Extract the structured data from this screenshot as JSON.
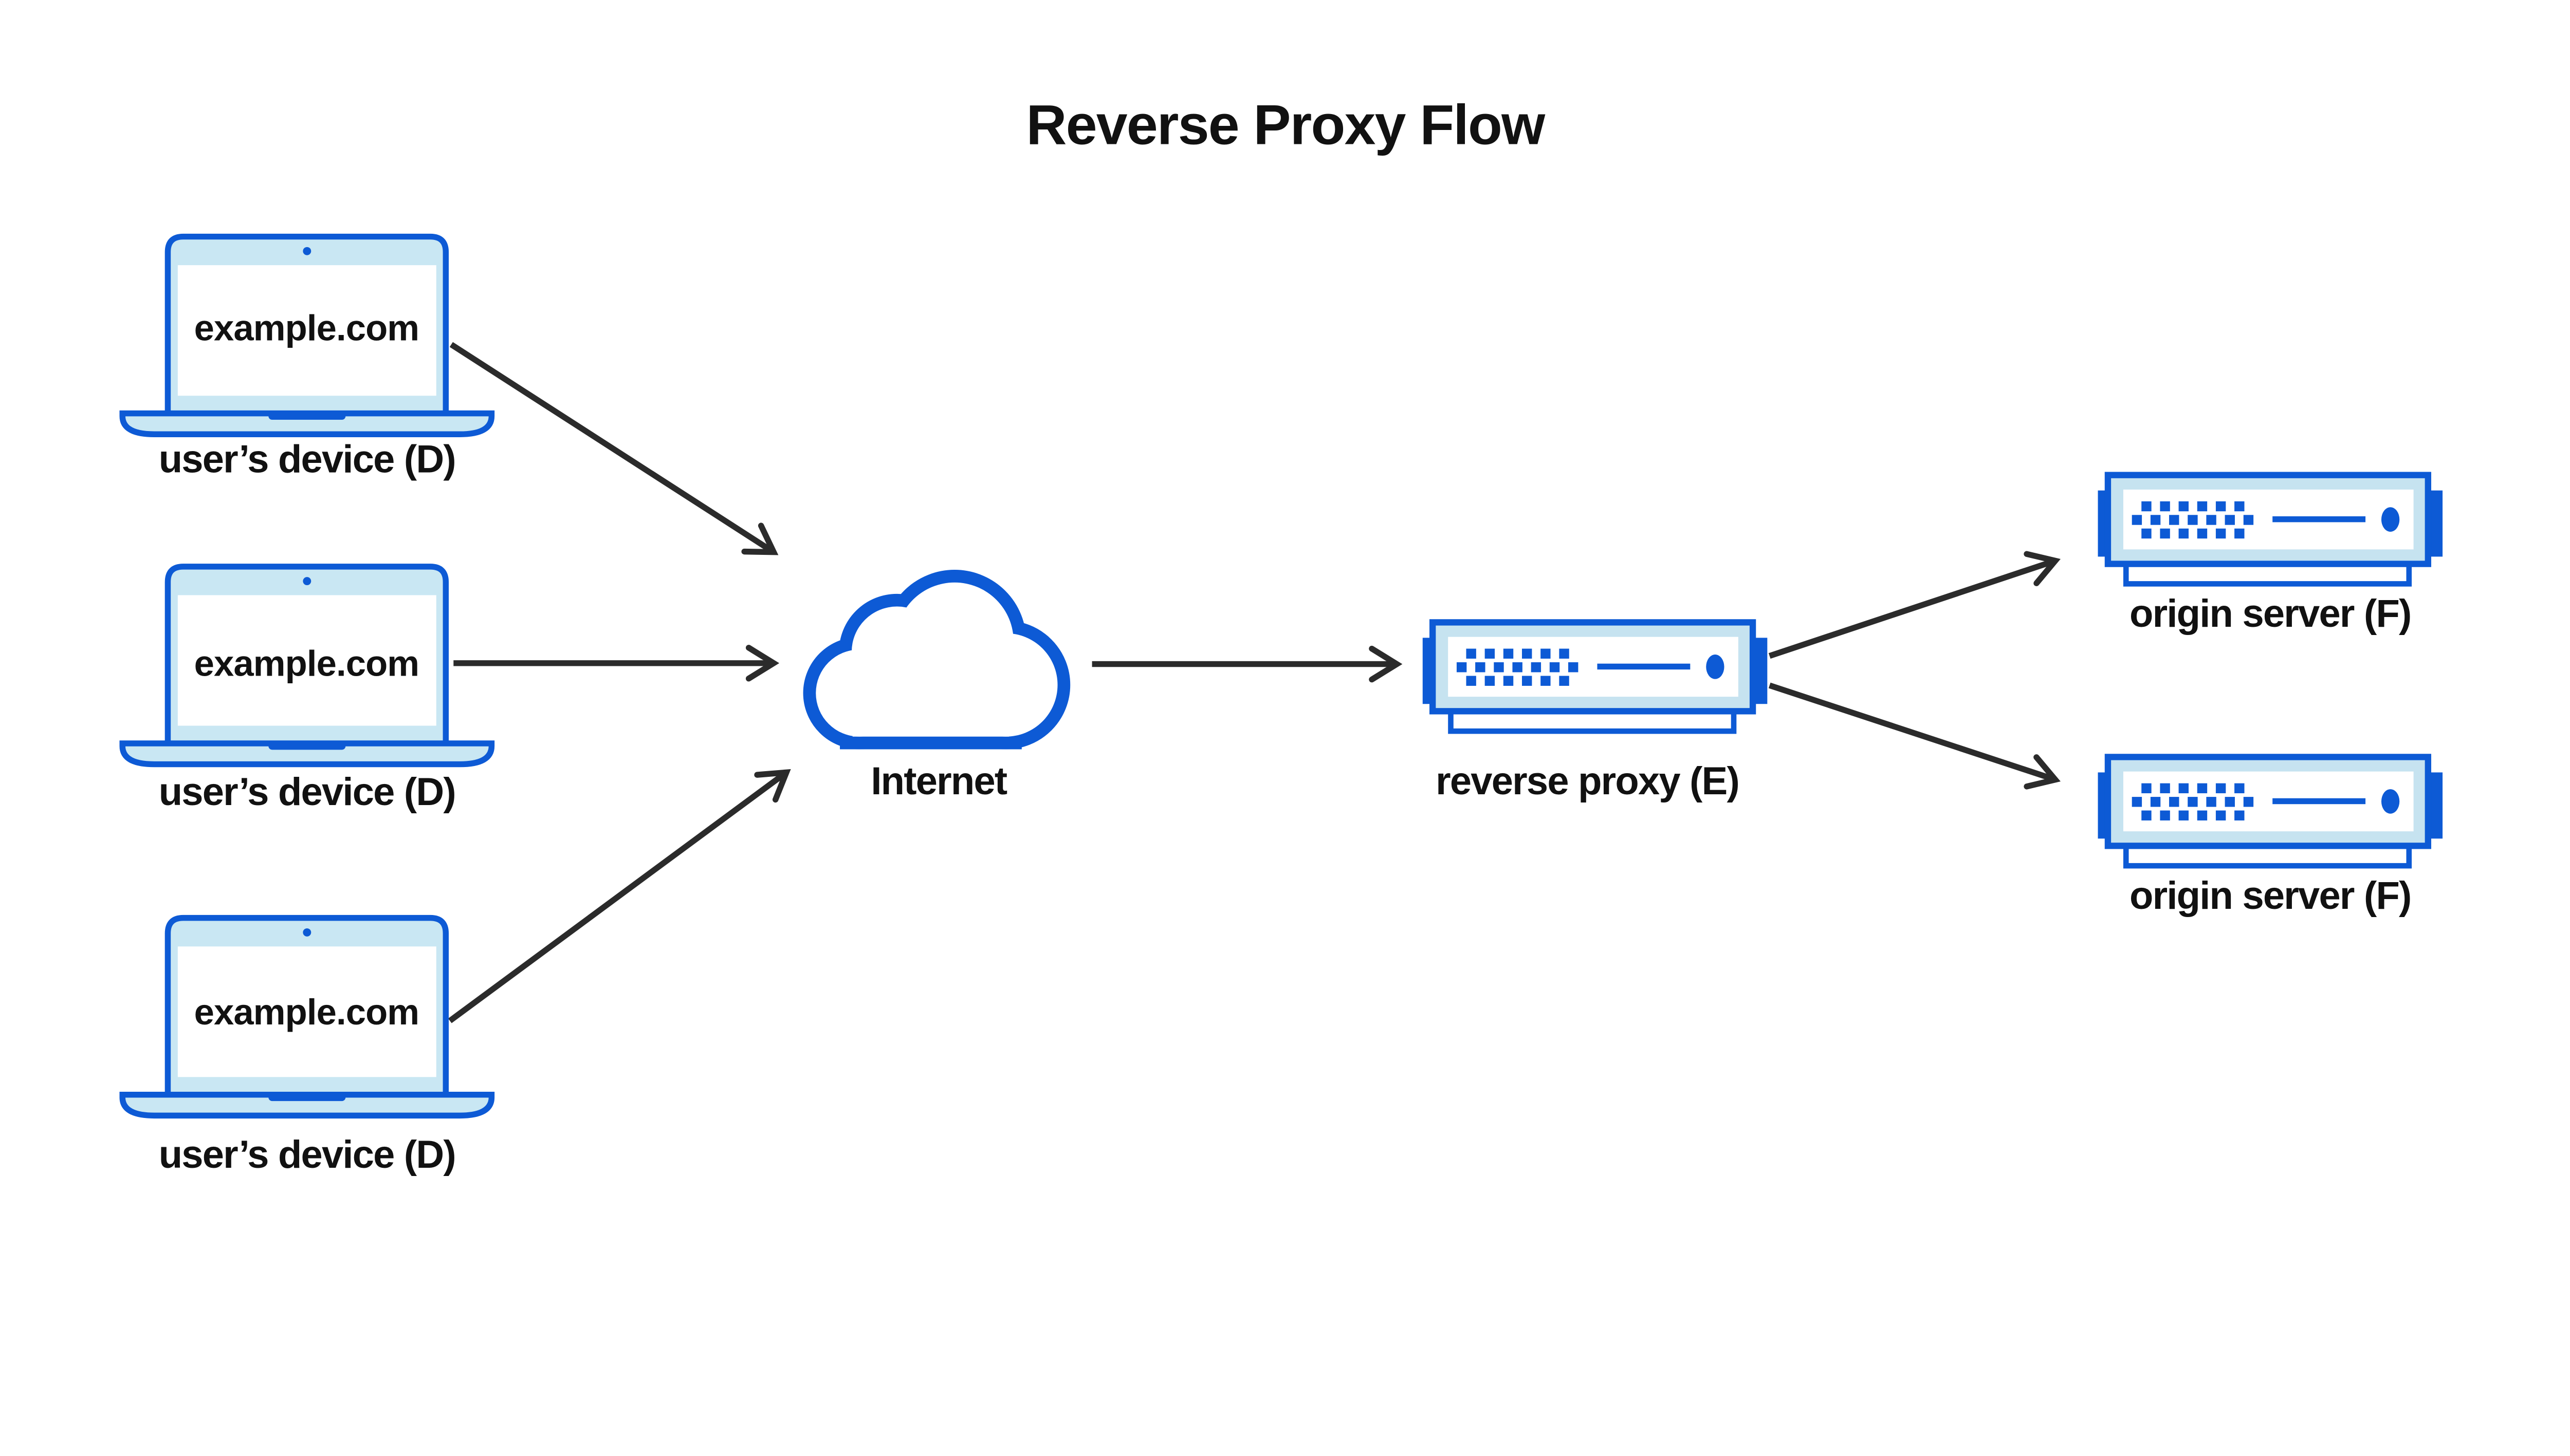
{
  "title": "Reverse Proxy Flow",
  "nodes": {
    "devices": [
      {
        "screen": "example.com",
        "label": "user’s device (D)"
      },
      {
        "screen": "example.com",
        "label": "user’s device (D)"
      },
      {
        "screen": "example.com",
        "label": "user’s device (D)"
      }
    ],
    "internet": {
      "label": "Internet"
    },
    "reverse_proxy": {
      "label": "reverse proxy (E)"
    },
    "origin_servers": [
      {
        "label": "origin server (F)"
      },
      {
        "label": "origin server (F)"
      }
    ]
  },
  "connections": [
    {
      "from": "user’s device (D) #1",
      "to": "Internet"
    },
    {
      "from": "user’s device (D) #2",
      "to": "Internet"
    },
    {
      "from": "user’s device (D) #3",
      "to": "Internet"
    },
    {
      "from": "Internet",
      "to": "reverse proxy (E)"
    },
    {
      "from": "reverse proxy (E)",
      "to": "origin server (F) #1"
    },
    {
      "from": "reverse proxy (E)",
      "to": "origin server (F) #2"
    }
  ],
  "colors": {
    "accent": "#0D5AD5",
    "laptop_fill": "#C9E7F3",
    "server_fill": "#C6E3F0",
    "arrow": "#2B2B2B",
    "text": "#111111",
    "background": "#FFFFFF"
  }
}
